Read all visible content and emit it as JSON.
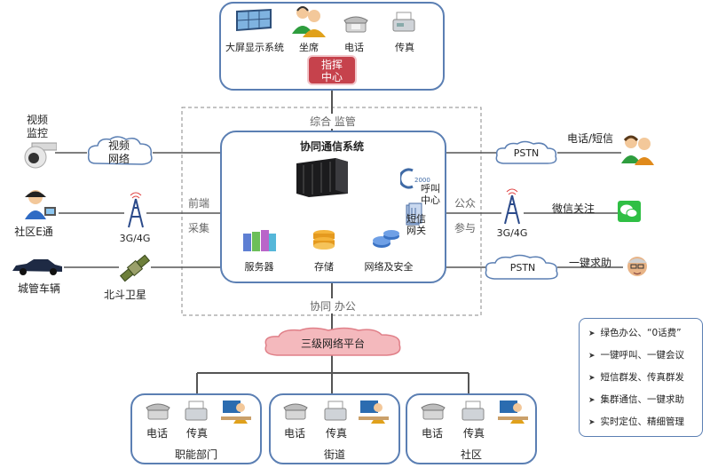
{
  "command_center": {
    "items": [
      "大屏显示系统",
      "坐席",
      "电话",
      "传真"
    ],
    "title_line1": "指挥",
    "title_line2": "中心"
  },
  "core": {
    "title": "协同通信系统",
    "servers_label": "服务器",
    "storage_label": "存储",
    "network_label": "网络及安全",
    "callcenter_label": "呼叫\n中心",
    "sms_label": "短信\n网关"
  },
  "divider_labels": {
    "top": "综合  监管",
    "bottom": "协同  办公",
    "left": "前端\n\n采集",
    "right": "公众\n\n参与"
  },
  "left": {
    "video_monitor": "视频\n监控",
    "video_cloud": "视频\n网络",
    "community_e": "社区E通",
    "tower_left": "3G/4G",
    "vehicle": "城管车辆",
    "beidou": "北斗卫星"
  },
  "right": {
    "pstn_top": "PSTN",
    "phone_sms": "电话/短信",
    "wechat": "微信关注",
    "tower_right": "3G/4G",
    "pstn_bottom": "PSTN",
    "one_key": "一键求助"
  },
  "platform": "三级网络平台",
  "units": [
    {
      "name": "职能部门",
      "phone": "电话",
      "fax": "传真"
    },
    {
      "name": "街道",
      "phone": "电话",
      "fax": "传真"
    },
    {
      "name": "社区",
      "phone": "电话",
      "fax": "传真"
    }
  ],
  "features": [
    "绿色办公、“0话费”",
    "一键呼叫、一键会议",
    "短信群发、传真群发",
    "集群通信、一键求助",
    "实时定位、精细管理"
  ],
  "colors": {
    "border": "#5b7fb3",
    "command_red": "#c6424c",
    "cloud_red": "#f4b9bd",
    "line": "#6a6a6a"
  }
}
